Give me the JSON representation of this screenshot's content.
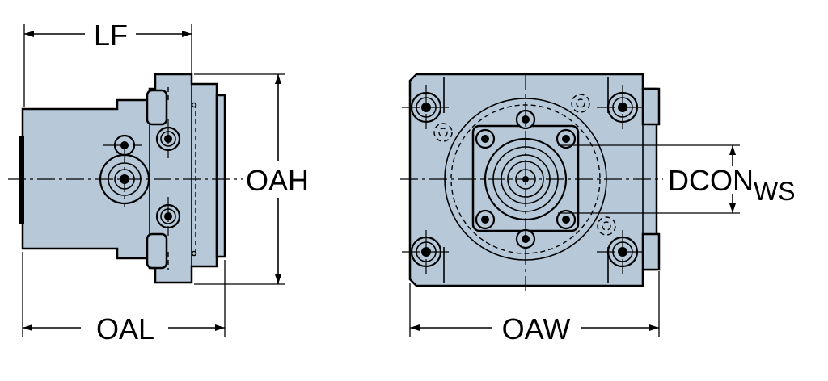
{
  "colors": {
    "body": "#b7c9d9",
    "line": "#000000",
    "background": "#ffffff"
  },
  "dimensions": {
    "lf": "LF",
    "oah": "OAH",
    "oal": "OAL",
    "oaw": "OAW",
    "dcon": "DCON",
    "dcon_sub": "WS"
  }
}
